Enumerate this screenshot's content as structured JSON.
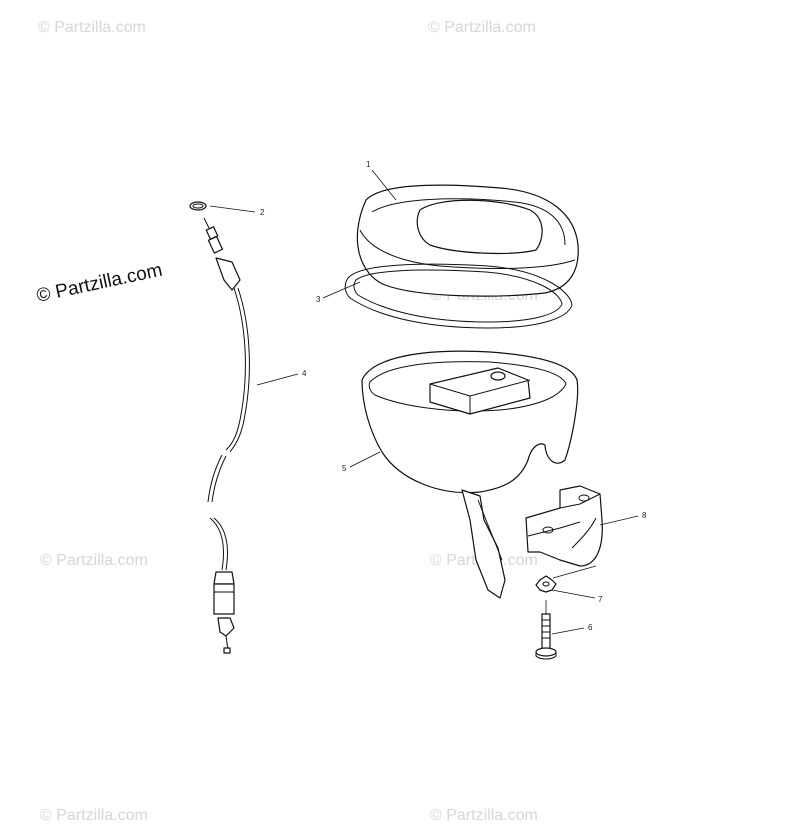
{
  "watermarks": [
    "© Partzilla.com",
    "© Partzilla.com",
    "© Partzilla.com",
    "© Partzilla.com",
    "© Partzilla.com",
    "© Partzilla.com",
    "© Partzilla.com",
    "© Partzilla.com"
  ],
  "callouts": {
    "c1": "1",
    "c2": "2",
    "c3": "3",
    "c4": "4",
    "c5": "5",
    "c6": "6",
    "c7": "7",
    "c8": "8"
  }
}
